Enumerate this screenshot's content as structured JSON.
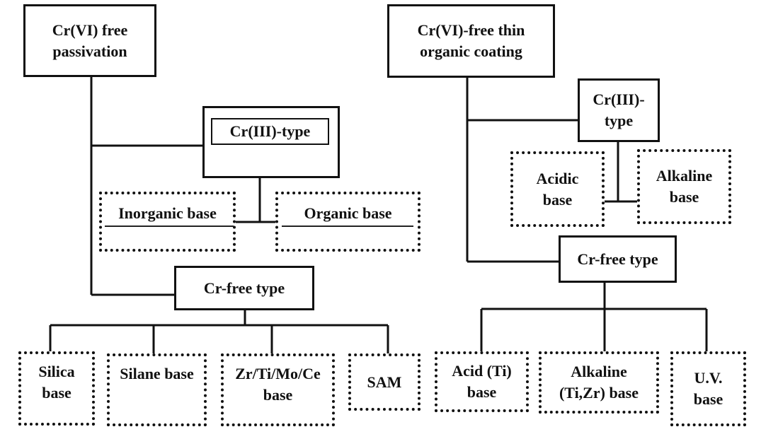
{
  "left": {
    "root": "Cr(VI) free\npassivation",
    "cr3_type": "Cr(III)-type",
    "inorganic": "Inorganic base",
    "organic": "Organic base",
    "crfree_type": "Cr-free type",
    "leaves": [
      "Silica\nbase",
      "Silane base",
      "Zr/Ti/Mo/Ce\nbase",
      "SAM"
    ]
  },
  "right": {
    "root": "Cr(VI)-free thin\norganic coating",
    "cr3_type": "Cr(III)-\ntype",
    "acidic": "Acidic\nbase",
    "alkaline": "Alkaline\nbase",
    "crfree_type": "Cr-free type",
    "leaves": [
      "Acid (Ti)\nbase",
      "Alkaline\n(Ti,Zr) base",
      "U.V.\nbase"
    ]
  }
}
